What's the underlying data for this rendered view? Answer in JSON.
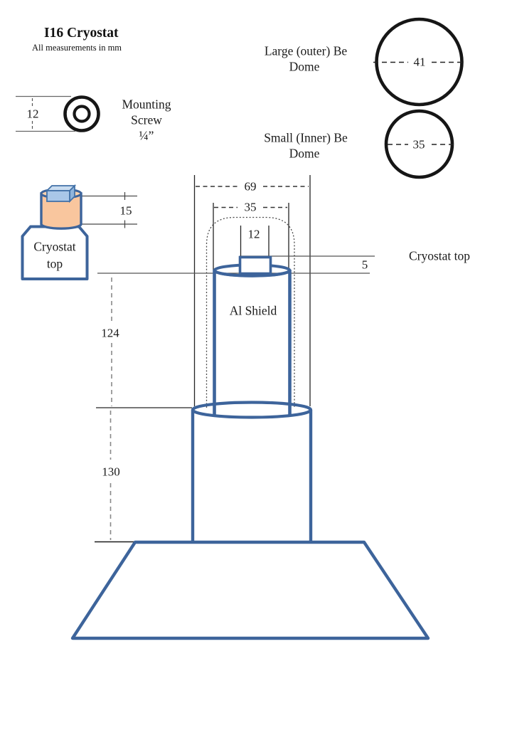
{
  "title": "I16 Cryostat",
  "subtitle": "All measurements in mm",
  "labels": {
    "mounting_screw": [
      "Mounting",
      "Screw",
      "¼”"
    ],
    "large_dome": [
      "Large (outer) Be",
      "Dome"
    ],
    "small_dome": [
      "Small (Inner) Be",
      "Dome"
    ],
    "cryostat_top_left": [
      "Cryostat",
      "top"
    ],
    "cryostat_top_right": "Cryostat top",
    "al_shield": "Al Shield"
  },
  "dimensions": {
    "screw_diameter": "12",
    "large_dome_diameter": "41",
    "small_dome_diameter": "35",
    "outer_width": "69",
    "shield_width": "35",
    "block_width": "12",
    "top_height": "15",
    "block_height": "5",
    "shield_height": "124",
    "base_height": "130"
  },
  "colors": {
    "diagram_blue": "#3D649B",
    "orange_fill": "#F9C69E",
    "orange_top": "#FBD2AE",
    "cube_front": "#A9C7E8",
    "cube_top": "#C9DCF0",
    "cube_side": "#8FB4DC",
    "line_black": "#1c1c1c"
  }
}
